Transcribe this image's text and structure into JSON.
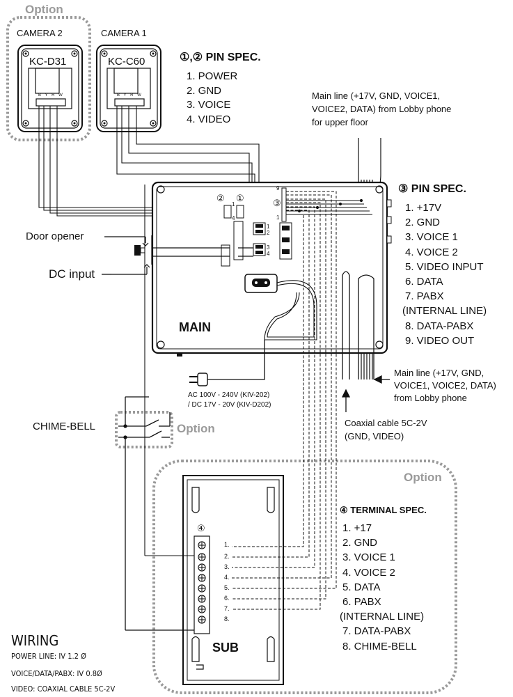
{
  "option_label": "Option",
  "cameras": [
    {
      "name": "CAMERA 2",
      "model": "KC-D31",
      "pins": "B Y R W"
    },
    {
      "name": "CAMERA 1",
      "model": "KC-C60",
      "pins": "B Y R W"
    }
  ],
  "camera_pin_spec": {
    "title": "①,② PIN SPEC.",
    "items": [
      "1. POWER",
      "2. GND",
      "3. VOICE",
      "4. VIDEO"
    ]
  },
  "main_line_upper": [
    "Main line (+17V, GND, VOICE1,",
    "VOICE2, DATA) from Lobby phone",
    "for upper floor"
  ],
  "main_pin_spec": {
    "title": "③ PIN SPEC.",
    "items": [
      "1. +17V",
      "2. GND",
      "3. VOICE 1",
      "4. VOICE 2",
      "5. VIDEO INPUT",
      "6. DATA",
      "7. PABX",
      "(INTERNAL LINE)",
      "8. DATA-PABX",
      "9. VIDEO OUT"
    ]
  },
  "labels": {
    "door_opener": "Door opener",
    "dc_input": "DC input",
    "main": "MAIN",
    "sub": "SUB",
    "chime_bell": "CHIME-BELL",
    "ac_line1": "AC 100V - 240V (KIV-202)",
    "ac_line2": "/ DC 17V - 20V (KIV-D202)",
    "main_line_lobby": [
      "Main line (+17V, GND,",
      "VOICE1, VOICE2, DATA)",
      "from Lobby phone"
    ],
    "coax": [
      "Coaxial cable 5C-2V",
      "(GND, VIDEO)"
    ],
    "conn2": "②",
    "conn1": "①",
    "conn3": "③",
    "conn4": "④",
    "pin9": "9",
    "pin1": "1",
    "cam_pin1": "1",
    "cam_pin4": "4",
    "relay_pins": [
      "1",
      "2",
      "3",
      "4"
    ]
  },
  "terminal_spec": {
    "title": "④ TERMINAL SPEC.",
    "items": [
      "1. +17",
      "2. GND",
      "3. VOICE 1",
      "4. VOICE 2",
      "5. DATA",
      "6. PABX",
      "(INTERNAL LINE)",
      "7. DATA-PABX",
      "8. CHIME-BELL"
    ]
  },
  "sub_terminal_numbers": [
    "1.",
    "2.",
    "3.",
    "4.",
    "5.",
    "6.",
    "7.",
    "8."
  ],
  "wiring": {
    "title": "WIRING",
    "lines": [
      "POWER LINE: IV 1.2 Ø",
      "VOICE/DATA/PABX: IV 0.8Ø",
      "VIDEO: COAXIAL CABLE 5C-2V"
    ]
  }
}
